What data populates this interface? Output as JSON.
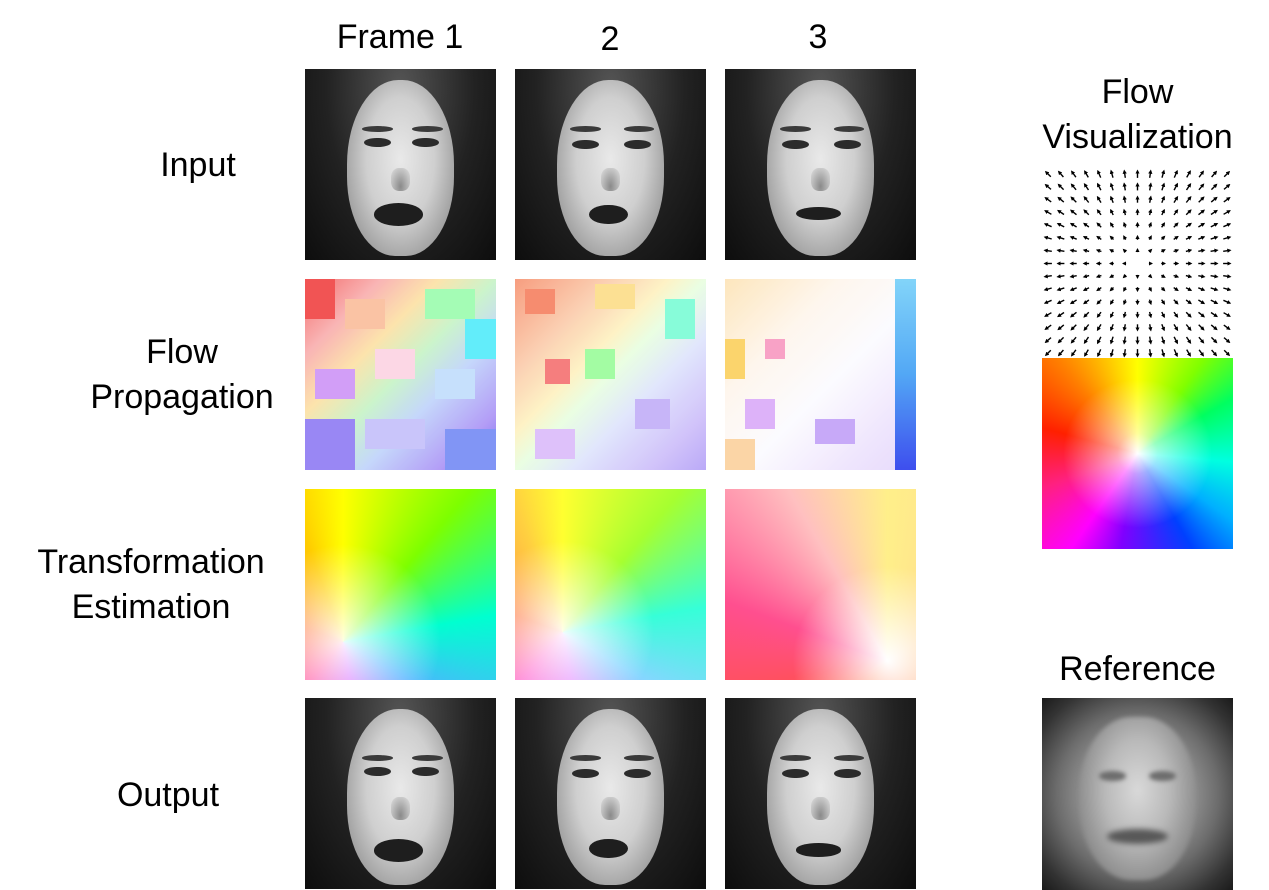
{
  "columns": [
    "Frame 1",
    "2",
    "3"
  ],
  "rows": [
    "Input",
    "Flow\nPropagation",
    "Transformation\nEstimation",
    "Output"
  ],
  "side": {
    "flow_title": "Flow\nVisualization",
    "reference_title": "Reference"
  }
}
